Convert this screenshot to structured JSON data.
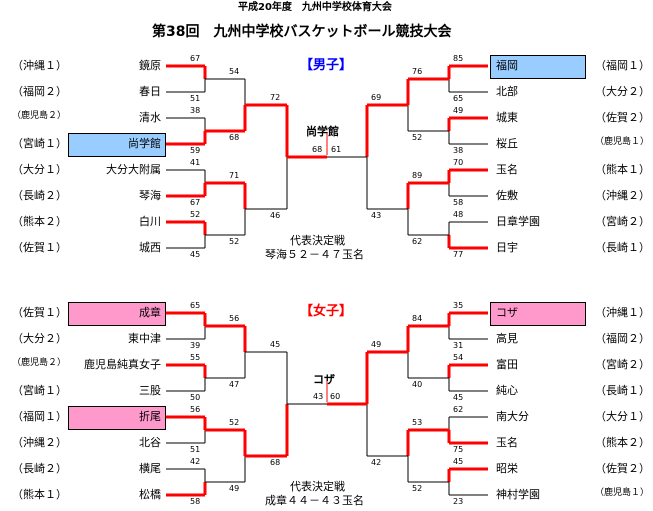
{
  "header": {
    "line1": "平成20年度　九州中学校体育大会",
    "line2": "第38回　九州中学校バスケットボール競技大会"
  },
  "boys": {
    "label": "【男子】",
    "champion": "尚学館",
    "final_scores": [
      "68",
      "61"
    ],
    "rep_line1": "代表決定戦",
    "rep_line2": "琴海５２－４７玉名",
    "left": [
      {
        "pref": "（沖縄１）",
        "team": "鏡原"
      },
      {
        "pref": "（福岡２）",
        "team": "春日"
      },
      {
        "pref": "（鹿児島２）",
        "team": "清水"
      },
      {
        "pref": "（宮崎１）",
        "team": "尚学館"
      },
      {
        "pref": "（大分１）",
        "team": "大分大附属"
      },
      {
        "pref": "（長崎２）",
        "team": "琴海"
      },
      {
        "pref": "（熊本２）",
        "team": "白川"
      },
      {
        "pref": "（佐賀１）",
        "team": "城西"
      }
    ],
    "right": [
      {
        "pref": "（福岡１）",
        "team": "福岡"
      },
      {
        "pref": "（大分２）",
        "team": "北部"
      },
      {
        "pref": "（佐賀２）",
        "team": "城東"
      },
      {
        "pref": "（鹿児島１）",
        "team": "桜丘"
      },
      {
        "pref": "（熊本１）",
        "team": "玉名"
      },
      {
        "pref": "（沖縄２）",
        "team": "佐敷"
      },
      {
        "pref": "（宮崎２）",
        "team": "日章学園"
      },
      {
        "pref": "（長崎１）",
        "team": "日宇"
      }
    ],
    "left_r1_scores": [
      "67",
      "51",
      "38",
      "59",
      "41",
      "67",
      "52",
      "45"
    ],
    "left_r2_scores": [
      "54",
      "68",
      "71",
      "52"
    ],
    "left_r3_scores": [
      "72",
      "46"
    ],
    "right_r1_scores": [
      "85",
      "65",
      "49",
      "38",
      "70",
      "58",
      "48",
      "77"
    ],
    "right_r2_scores": [
      "76",
      "52",
      "89",
      "62"
    ],
    "right_r3_scores": [
      "69",
      "43"
    ]
  },
  "girls": {
    "label": "【女子】",
    "champion": "コザ",
    "final_scores": [
      "43",
      "60"
    ],
    "rep_line1": "代表決定戦",
    "rep_line2": "成章４４－４３玉名",
    "left": [
      {
        "pref": "（佐賀１）",
        "team": "成章"
      },
      {
        "pref": "（大分２）",
        "team": "東中津"
      },
      {
        "pref": "（鹿児島２）",
        "team": "鹿児島純真女子"
      },
      {
        "pref": "（宮崎１）",
        "team": "三股"
      },
      {
        "pref": "（福岡１）",
        "team": "折尾"
      },
      {
        "pref": "（沖縄２）",
        "team": "北谷"
      },
      {
        "pref": "（長崎２）",
        "team": "横尾"
      },
      {
        "pref": "（熊本１）",
        "team": "松橋"
      }
    ],
    "right": [
      {
        "pref": "（沖縄１）",
        "team": "コザ"
      },
      {
        "pref": "（福岡２）",
        "team": "高見"
      },
      {
        "pref": "（宮崎２）",
        "team": "富田"
      },
      {
        "pref": "（長崎１）",
        "team": "純心"
      },
      {
        "pref": "（大分１）",
        "team": "南大分"
      },
      {
        "pref": "（熊本２）",
        "team": "玉名"
      },
      {
        "pref": "（佐賀２）",
        "team": "昭栄"
      },
      {
        "pref": "（鹿児島１）",
        "team": "神村学園"
      }
    ],
    "left_r1_scores": [
      "65",
      "39",
      "55",
      "50",
      "56",
      "51",
      "42",
      "58"
    ],
    "left_r2_scores": [
      "56",
      "47",
      "52",
      "49"
    ],
    "left_r3_scores": [
      "45",
      "68"
    ],
    "right_r1_scores": [
      "35",
      "31",
      "54",
      "45",
      "62",
      "75",
      "45",
      "23"
    ],
    "right_r2_scores": [
      "84",
      "40",
      "53",
      "52"
    ],
    "right_r3_scores": [
      "49",
      "42"
    ]
  },
  "colors": {
    "winner_line": "#ff0000",
    "loser_line": "#000000",
    "boys_highlight": "#99ccff",
    "girls_highlight": "#ff99cc"
  }
}
